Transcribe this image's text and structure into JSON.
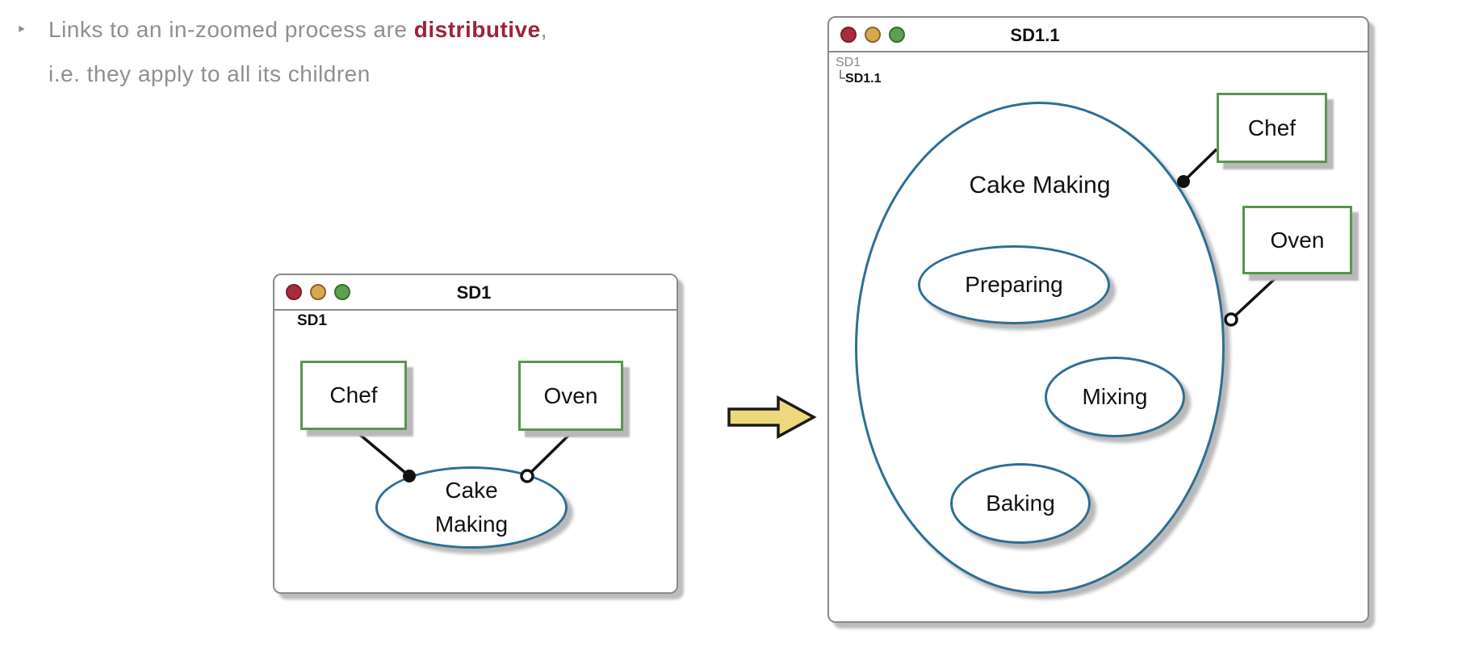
{
  "colors": {
    "text-gray": "#8f8f8f",
    "highlight-red": "#9c2339",
    "window-border": "#8a8a8a",
    "window-shadow": "#bdbdbd",
    "titlebar-divider": "#8a8a8a",
    "light-red": "#a92c3e",
    "light-red-border": "#76202c",
    "light-yellow": "#d8a74f",
    "light-yellow-border": "#8a6426",
    "light-green": "#5fa04e",
    "light-green-border": "#386f2e",
    "object-border-green": "#5a9450",
    "process-border-blue": "#2d6e96",
    "node-shadow": "#b9b9b9",
    "link-black": "#111111",
    "arrow-fill": "#ecd97c",
    "arrow-border": "#1a1a1a",
    "label-black": "#111111",
    "breadcrumb-gray": "#8a8a8a"
  },
  "bullet": {
    "marker": "‣",
    "line1_prefix": "Links to an in-zoomed process are ",
    "line1_highlight": "distributive",
    "line1_suffix": ",",
    "line2": "i.e. they apply to all its children"
  },
  "sd1_window": {
    "title": "SD1",
    "diagram_label": "SD1",
    "objects": [
      {
        "label": "Chef"
      },
      {
        "label": "Oven"
      }
    ],
    "process": {
      "label": "Cake Making"
    }
  },
  "sd11_window": {
    "title": "SD1.1",
    "breadcrumb": {
      "parent": "SD1",
      "connector": "└",
      "current": "SD1.1"
    },
    "process": {
      "label": "Cake Making"
    },
    "subprocesses": [
      {
        "label": "Preparing"
      },
      {
        "label": "Mixing"
      },
      {
        "label": "Baking"
      }
    ],
    "objects": [
      {
        "label": "Chef"
      },
      {
        "label": "Oven"
      }
    ]
  }
}
